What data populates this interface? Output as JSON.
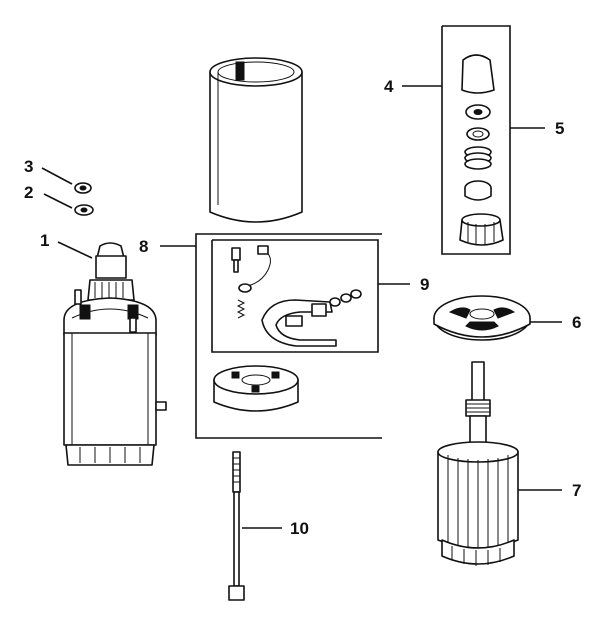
{
  "diagram": {
    "callouts": [
      {
        "id": "1",
        "label": "1"
      },
      {
        "id": "2",
        "label": "2"
      },
      {
        "id": "3",
        "label": "3"
      },
      {
        "id": "4",
        "label": "4"
      },
      {
        "id": "5",
        "label": "5"
      },
      {
        "id": "6",
        "label": "6"
      },
      {
        "id": "7",
        "label": "7"
      },
      {
        "id": "8",
        "label": "8"
      },
      {
        "id": "9",
        "label": "9"
      },
      {
        "id": "10",
        "label": "10"
      }
    ],
    "colors": {
      "line": "#111111",
      "background": "#ffffff",
      "shade": "#bbbbbb"
    }
  }
}
